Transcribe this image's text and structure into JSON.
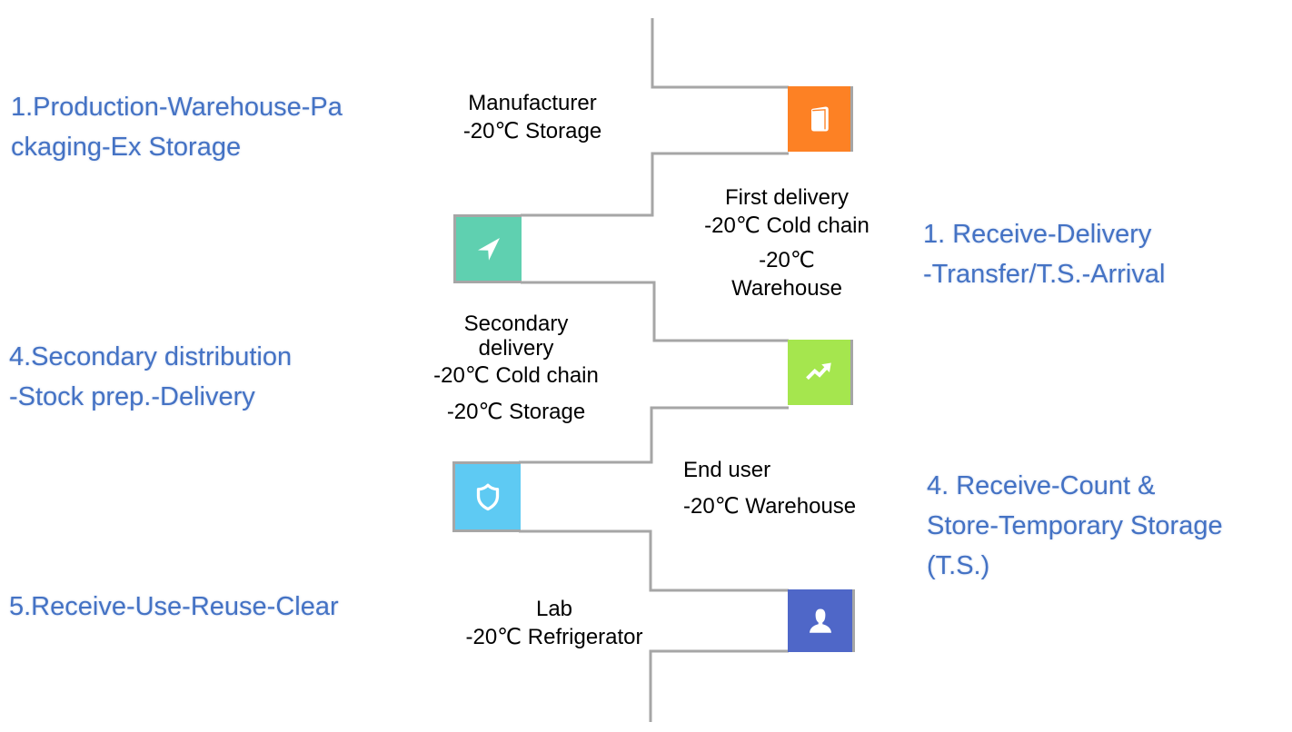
{
  "colors": {
    "connector": "#a6a6a6",
    "stage_text": "#4472c4",
    "node_text": "#000000",
    "manufacturer_node": "#fd8124",
    "first_delivery_node": "#5fd0b0",
    "warehouse_node": "#a5e64e",
    "secondary_node": "#5ecaf3",
    "lab_node": "#4f67c8"
  },
  "stages": [
    {
      "lines": [
        "1.Production-Warehouse-Pa",
        "ckaging-Ex Storage"
      ]
    },
    {
      "lines": [
        "1.  Receive-Delivery",
        "-Transfer/T.S.-Arrival"
      ]
    },
    {
      "lines": [
        "4.Secondary distribution",
        "-Stock prep.-Delivery"
      ]
    },
    {
      "lines": [
        "4. Receive-Count &",
        "Store-Temporary Storage",
        "(T.S.)"
      ]
    },
    {
      "lines": [
        "5.Receive-Use-Reuse-Clear"
      ]
    }
  ],
  "nodes": [
    {
      "icon": "book-icon",
      "label_lines": [
        "Manufacturer",
        "-20℃  Storage"
      ]
    },
    {
      "icon": "navigation-arrow-icon",
      "label_lines": [
        "First delivery",
        "-20℃  Cold chain",
        "-20℃",
        "Warehouse"
      ]
    },
    {
      "icon": "trending-up-icon",
      "label_lines": [
        "Secondary",
        "delivery",
        "-20℃  Cold chain",
        "-20℃  Storage"
      ]
    },
    {
      "icon": "shield-icon",
      "label_lines": [
        "End user",
        "-20℃  Warehouse"
      ]
    },
    {
      "icon": "user-icon",
      "label_lines": [
        "Lab",
        "-20℃  Refrigerator"
      ]
    }
  ]
}
